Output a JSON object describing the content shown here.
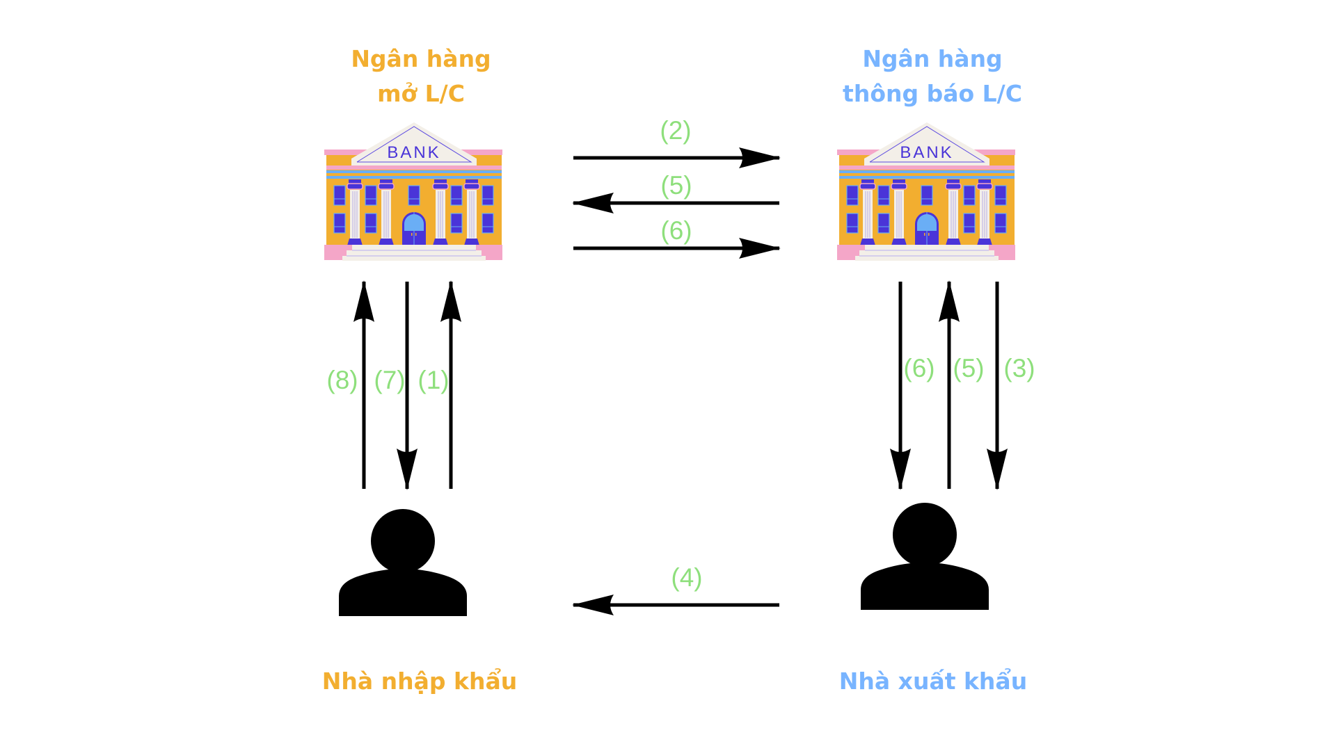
{
  "issuing_bank": {
    "title_line1": "Ngân hàng",
    "title_line2": "mở L/C",
    "sign": "BANK",
    "color": "#f2ae30"
  },
  "advising_bank": {
    "title_line1": "Ngân hàng",
    "title_line2": "thông báo L/C",
    "sign": "BANK",
    "color": "#78b4ff"
  },
  "importer": {
    "label": "Nhà nhập khẩu",
    "icon": "person-icon",
    "color": "#f2ae30"
  },
  "exporter": {
    "label": "Nhà xuất khẩu",
    "icon": "person-icon",
    "color": "#78b4ff"
  },
  "step_label_color": "#8edf7c",
  "flows": {
    "banks": [
      {
        "label": "(2)",
        "from": "issuing_bank",
        "to": "advising_bank"
      },
      {
        "label": "(5)",
        "from": "advising_bank",
        "to": "issuing_bank"
      },
      {
        "label": "(6)",
        "from": "issuing_bank",
        "to": "advising_bank"
      }
    ],
    "importer_side": [
      {
        "label": "(8)",
        "from": "importer",
        "to": "issuing_bank"
      },
      {
        "label": "(7)",
        "from": "issuing_bank",
        "to": "importer"
      },
      {
        "label": "(1)",
        "from": "importer",
        "to": "issuing_bank"
      }
    ],
    "exporter_side": [
      {
        "label": "(6)",
        "from": "advising_bank",
        "to": "exporter"
      },
      {
        "label": "(5)",
        "from": "exporter",
        "to": "advising_bank"
      },
      {
        "label": "(3)",
        "from": "advising_bank",
        "to": "exporter"
      }
    ],
    "parties": [
      {
        "label": "(4)",
        "from": "exporter",
        "to": "importer"
      }
    ]
  }
}
